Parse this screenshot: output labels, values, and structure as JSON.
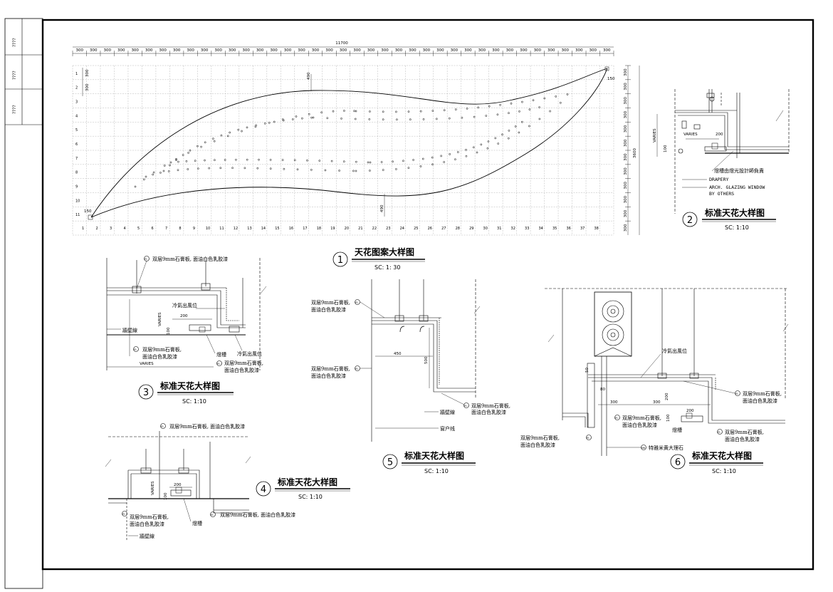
{
  "sidebar": {
    "labels": [
      "????",
      "????",
      "????"
    ]
  },
  "plan": {
    "overall_dim": "11700",
    "module": "300",
    "height_dim": "3600",
    "curve_dims": [
      "490",
      "490"
    ],
    "corner_dims": [
      "150",
      "150"
    ],
    "col_count": 39,
    "col_numbers": [
      "1",
      "2",
      "3",
      "4",
      "5",
      "6",
      "7",
      "8",
      "9",
      "10",
      "11",
      "12",
      "13",
      "14",
      "15",
      "16",
      "17",
      "18",
      "19",
      "20",
      "21",
      "22",
      "23",
      "24",
      "25",
      "26",
      "27",
      "28",
      "29",
      "30",
      "31",
      "32",
      "33",
      "34",
      "35",
      "36",
      "37",
      "38"
    ],
    "row_numbers": [
      "1",
      "2",
      "3",
      "4",
      "5",
      "6",
      "7",
      "8",
      "9",
      "10",
      "11"
    ]
  },
  "titles": {
    "d1": {
      "num": "1",
      "title": "天花图案大样图",
      "scale": "SC: 1: 30"
    },
    "d2": {
      "num": "2",
      "title": "标准天花大样图",
      "scale": "SC: 1:10"
    },
    "d3": {
      "num": "3",
      "title": "标准天花大样图",
      "scale": "SC: 1:10"
    },
    "d4": {
      "num": "4",
      "title": "标准天花大样图",
      "scale": "SC: 1:10"
    },
    "d5": {
      "num": "5",
      "title": "标准天花大样图",
      "scale": "SC: 1:10"
    },
    "d6": {
      "num": "6",
      "title": "标准天花大样图",
      "scale": "SC: 1:10"
    }
  },
  "notes": {
    "board_one_line": "双层9mm石膏板, 面油白色乳胶漆",
    "board_l1": "双层9mm石膏板,",
    "board_l2": "面油白色乳胶漆",
    "ac_outlet": "冷氣出風位",
    "cornice": "牆壁線",
    "light_trough": "燈槽",
    "light_trough_note": "燈槽由燈光設計師負責",
    "drapery": "DRAPERY",
    "glazing_l1": "ARCH. GLAZING WINDOW",
    "glazing_l2": "BY OTHERS",
    "window_line": "窗户线",
    "marble": "特雅米黄大理石",
    "varies": "VARIES",
    "tag_p1": "P1",
    "tag_m6": "M6"
  },
  "dims": {
    "d200": "200",
    "d100": "100",
    "d300": "300",
    "d450": "450",
    "d500": "500",
    "d80": "80",
    "d50": "50"
  }
}
